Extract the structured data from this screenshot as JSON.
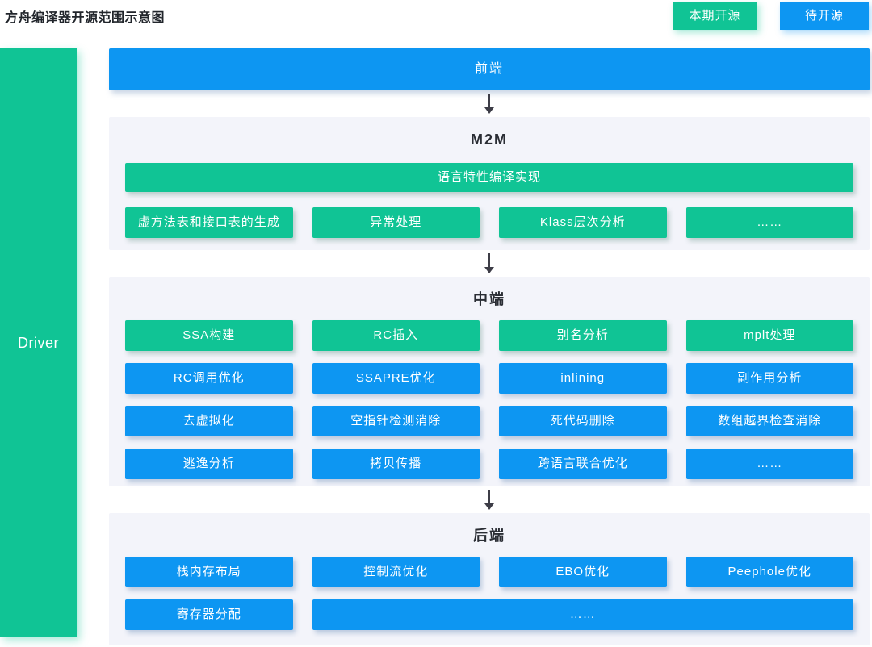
{
  "page": {
    "title": "方舟编译器开源范围示意图"
  },
  "legend": {
    "open_label": "本期开源",
    "pending_label": "待开源"
  },
  "colors": {
    "open_green": "#10C495",
    "pending_blue": "#0D96F2",
    "panel_bg": "#F3F4FA"
  },
  "driver": {
    "label": "Driver"
  },
  "frontend": {
    "label": "前端",
    "status": "pending"
  },
  "m2m": {
    "title": "M2M",
    "wide": {
      "label": "语言特性编译实现",
      "status": "open"
    },
    "row": [
      {
        "label": "虚方法表和接口表的生成",
        "status": "open"
      },
      {
        "label": "异常处理",
        "status": "open"
      },
      {
        "label": "Klass层次分析",
        "status": "open"
      },
      {
        "label": "……",
        "status": "open"
      }
    ]
  },
  "middle": {
    "title": "中端",
    "rows": [
      [
        {
          "label": "SSA构建",
          "status": "open"
        },
        {
          "label": "RC插入",
          "status": "open"
        },
        {
          "label": "别名分析",
          "status": "open"
        },
        {
          "label": "mplt处理",
          "status": "open"
        }
      ],
      [
        {
          "label": "RC调用优化",
          "status": "pending"
        },
        {
          "label": "SSAPRE优化",
          "status": "pending"
        },
        {
          "label": "inlining",
          "status": "pending"
        },
        {
          "label": "副作用分析",
          "status": "pending"
        }
      ],
      [
        {
          "label": "去虚拟化",
          "status": "pending"
        },
        {
          "label": "空指针检测消除",
          "status": "pending"
        },
        {
          "label": "死代码删除",
          "status": "pending"
        },
        {
          "label": "数组越界检查消除",
          "status": "pending"
        }
      ],
      [
        {
          "label": "逃逸分析",
          "status": "pending"
        },
        {
          "label": "拷贝传播",
          "status": "pending"
        },
        {
          "label": "跨语言联合优化",
          "status": "pending"
        },
        {
          "label": "……",
          "status": "pending"
        }
      ]
    ]
  },
  "backend": {
    "title": "后端",
    "rows": [
      [
        {
          "label": "栈内存布局",
          "status": "pending"
        },
        {
          "label": "控制流优化",
          "status": "pending"
        },
        {
          "label": "EBO优化",
          "status": "pending"
        },
        {
          "label": "Peephole优化",
          "status": "pending"
        }
      ],
      [
        {
          "label": "寄存器分配",
          "status": "pending"
        },
        {
          "label": "……",
          "status": "pending",
          "span": 3
        }
      ]
    ]
  }
}
